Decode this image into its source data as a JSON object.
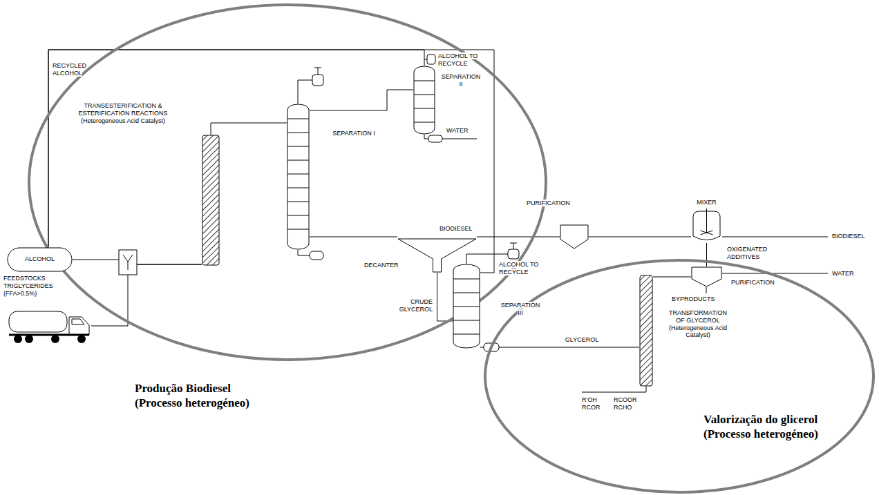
{
  "diagram": {
    "nodes": [
      {
        "text": [
          "Produção Biodiesel (Processo heterogéneo)"
        ]
      },
      {
        "text": [
          "ALCOHOL"
        ],
        "in": 0
      },
      {
        "text": [
          "FEEDSTOCKS TRIGLYCERIDES (FFA>0.5%)"
        ],
        "in": 0
      },
      {
        "text": [
          "TRANSESTERIFICATION & ESTERIFICATION REACTIONS (Heterogeneous Acid Catalyst)"
        ],
        "in": 0
      },
      {
        "text": [
          "SEPARATION I"
        ],
        "in": 0
      },
      {
        "text": [
          "SEPARATION II"
        ],
        "in": 0
      },
      {
        "text": [
          "DECANTER"
        ],
        "in": 0
      },
      {
        "text": [
          "SEPARATION III"
        ]
      },
      {
        "text": [
          "PURIFICATION"
        ]
      },
      {
        "text": [
          "MIXER"
        ]
      },
      {
        "text": [
          "Valorização do glicerol (Processo heterogéneo)"
        ]
      },
      {
        "text": [
          "TRANSFORMATION OF GLYCEROL (Heterogeneous Acid Catalyst)"
        ],
        "in": 10
      },
      {
        "text": [
          "PURIFICATION"
        ],
        "in": 10
      }
    ],
    "edges": [
      {
        "from": 1,
        "to": 3,
        "arrow": "none"
      },
      {
        "from": 2,
        "to": 3,
        "arrow": "none"
      },
      {
        "from": 3,
        "to": 4,
        "arrow": "none"
      },
      {
        "from": 4,
        "to": 5,
        "arrow": "none"
      },
      {
        "from": 5,
        "to": 1,
        "arrow": "none"
      },
      {
        "from": 7,
        "to": 1,
        "arrow": "none"
      },
      {
        "from": 4,
        "to": 6,
        "arrow": "none"
      },
      {
        "from": 6,
        "to": 8,
        "arrow": "none"
      },
      {
        "from": 6,
        "to": 7,
        "label": "CRUDE GLYCEROL",
        "arrow": "none"
      },
      {
        "from": 7,
        "to": 11,
        "label": "GLYCEROL",
        "arrow": "none"
      },
      {
        "from": 8,
        "to": 9,
        "arrow": "none"
      },
      {
        "from": 11,
        "to": 12,
        "arrow": "none"
      },
      {
        "from": 12,
        "to": 9,
        "label": "OXIGENATED ADDITIVES",
        "arrow": "none"
      }
    ],
    "labels": [
      "RECYCLED ALCOHOL",
      "ALCOHOL TO RECYCLE",
      "WATER",
      "BIODIESEL",
      "ALCOHOL TO RECYCLE",
      "BIODIESEL",
      "WATER",
      "BYPRODUCTS",
      "R'OH RCOR",
      "RCOOR RCHO"
    ]
  }
}
